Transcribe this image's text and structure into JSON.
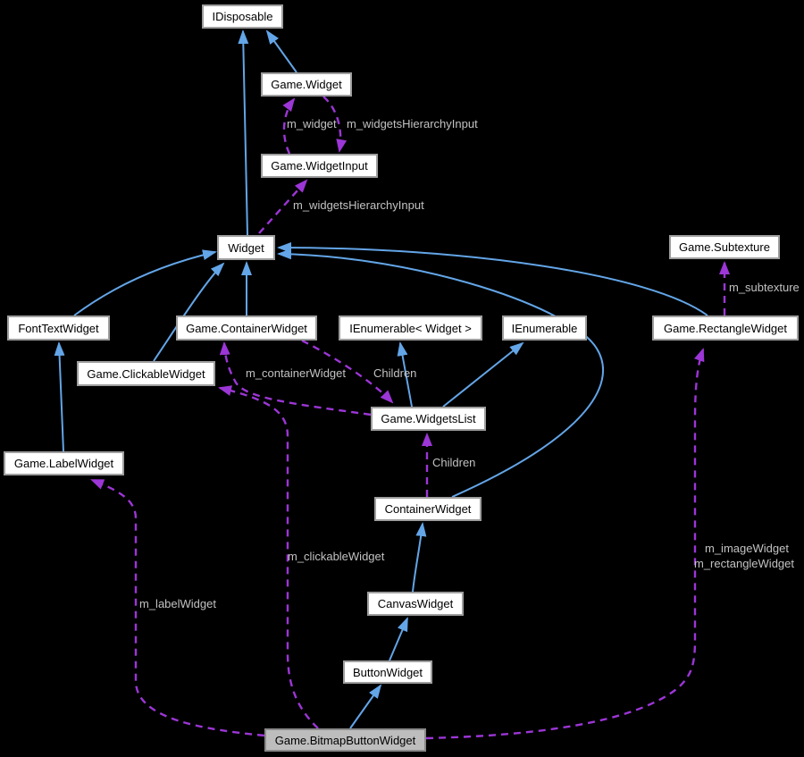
{
  "diagram": {
    "type": "class-collaboration-graph",
    "highlighted_node": "Game.BitmapButtonWidget",
    "colors": {
      "background": "#000000",
      "inheritance_edge": "#63a5e7",
      "usage_edge": "#9c36d6",
      "edge_label_text": "#c2c2c2",
      "node_fill": "#ffffff",
      "node_border": "#9e9e9e",
      "node_text": "#000000",
      "highlight_node_fill": "#bdbdbd"
    },
    "nodes": {
      "idisposable": {
        "label": "IDisposable"
      },
      "game_widget": {
        "label": "Game.Widget"
      },
      "game_widgetinput": {
        "label": "Game.WidgetInput"
      },
      "widget": {
        "label": "Widget"
      },
      "game_subtexture": {
        "label": "Game.Subtexture"
      },
      "fonttextwidget": {
        "label": "FontTextWidget"
      },
      "game_containerwidget": {
        "label": "Game.ContainerWidget"
      },
      "ienumerable_widget": {
        "label": "IEnumerable< Widget >"
      },
      "ienumerable": {
        "label": "IEnumerable"
      },
      "game_rectanglewidget": {
        "label": "Game.RectangleWidget"
      },
      "game_clickablewidget": {
        "label": "Game.ClickableWidget"
      },
      "game_widgetslist": {
        "label": "Game.WidgetsList"
      },
      "game_labelwidget": {
        "label": "Game.LabelWidget"
      },
      "containerwidget": {
        "label": "ContainerWidget"
      },
      "canvaswidget": {
        "label": "CanvasWidget"
      },
      "buttonwidget": {
        "label": "ButtonWidget"
      },
      "game_bitmapbuttonwidget": {
        "label": "Game.BitmapButtonWidget"
      }
    },
    "edge_labels": {
      "m_widget": "m_widget",
      "m_widgetsHierarchyInput_top": "m_widgetsHierarchyInput",
      "m_widgetsHierarchyInput_mid": "m_widgetsHierarchyInput",
      "m_subtexture": "m_subtexture",
      "m_containerWidget": "m_containerWidget",
      "children_top": "Children",
      "children_bottom": "Children",
      "m_clickableWidget": "m_clickableWidget",
      "m_labelWidget": "m_labelWidget",
      "m_imageWidget": "m_imageWidget",
      "m_rectangleWidget": "m_rectangleWidget"
    },
    "edges": [
      {
        "from": "Widget",
        "to": "IDisposable",
        "relation": "inheritance"
      },
      {
        "from": "Game.Widget",
        "to": "IDisposable",
        "relation": "inheritance"
      },
      {
        "from": "FontTextWidget",
        "to": "Widget",
        "relation": "inheritance"
      },
      {
        "from": "Game.ClickableWidget",
        "to": "Widget",
        "relation": "inheritance"
      },
      {
        "from": "Game.ContainerWidget",
        "to": "Widget",
        "relation": "inheritance"
      },
      {
        "from": "Game.RectangleWidget",
        "to": "Widget",
        "relation": "inheritance"
      },
      {
        "from": "ContainerWidget",
        "to": "Widget",
        "relation": "inheritance"
      },
      {
        "from": "Game.LabelWidget",
        "to": "FontTextWidget",
        "relation": "inheritance"
      },
      {
        "from": "Game.WidgetsList",
        "to": "IEnumerable< Widget >",
        "relation": "inheritance"
      },
      {
        "from": "Game.WidgetsList",
        "to": "IEnumerable",
        "relation": "inheritance"
      },
      {
        "from": "CanvasWidget",
        "to": "ContainerWidget",
        "relation": "inheritance"
      },
      {
        "from": "ButtonWidget",
        "to": "CanvasWidget",
        "relation": "inheritance"
      },
      {
        "from": "Game.BitmapButtonWidget",
        "to": "ButtonWidget",
        "relation": "inheritance"
      },
      {
        "from": "Game.WidgetInput",
        "to": "Game.Widget",
        "relation": "usage",
        "label": "m_widget"
      },
      {
        "from": "Game.Widget",
        "to": "Game.WidgetInput",
        "relation": "usage",
        "label": "m_widgetsHierarchyInput"
      },
      {
        "from": "Widget",
        "to": "Game.WidgetInput",
        "relation": "usage",
        "label": "m_widgetsHierarchyInput"
      },
      {
        "from": "Game.RectangleWidget",
        "to": "Game.Subtexture",
        "relation": "usage",
        "label": "m_subtexture"
      },
      {
        "from": "Game.WidgetsList",
        "to": "Game.ContainerWidget",
        "relation": "usage",
        "label": "m_containerWidget"
      },
      {
        "from": "Game.ContainerWidget",
        "to": "Game.WidgetsList",
        "relation": "usage",
        "label": "Children"
      },
      {
        "from": "ContainerWidget",
        "to": "Game.WidgetsList",
        "relation": "usage",
        "label": "Children"
      },
      {
        "from": "Game.BitmapButtonWidget",
        "to": "Game.ClickableWidget",
        "relation": "usage",
        "label": "m_clickableWidget"
      },
      {
        "from": "Game.BitmapButtonWidget",
        "to": "Game.LabelWidget",
        "relation": "usage",
        "label": "m_labelWidget"
      },
      {
        "from": "Game.BitmapButtonWidget",
        "to": "Game.RectangleWidget",
        "relation": "usage",
        "label": "m_imageWidget m_rectangleWidget"
      }
    ]
  }
}
